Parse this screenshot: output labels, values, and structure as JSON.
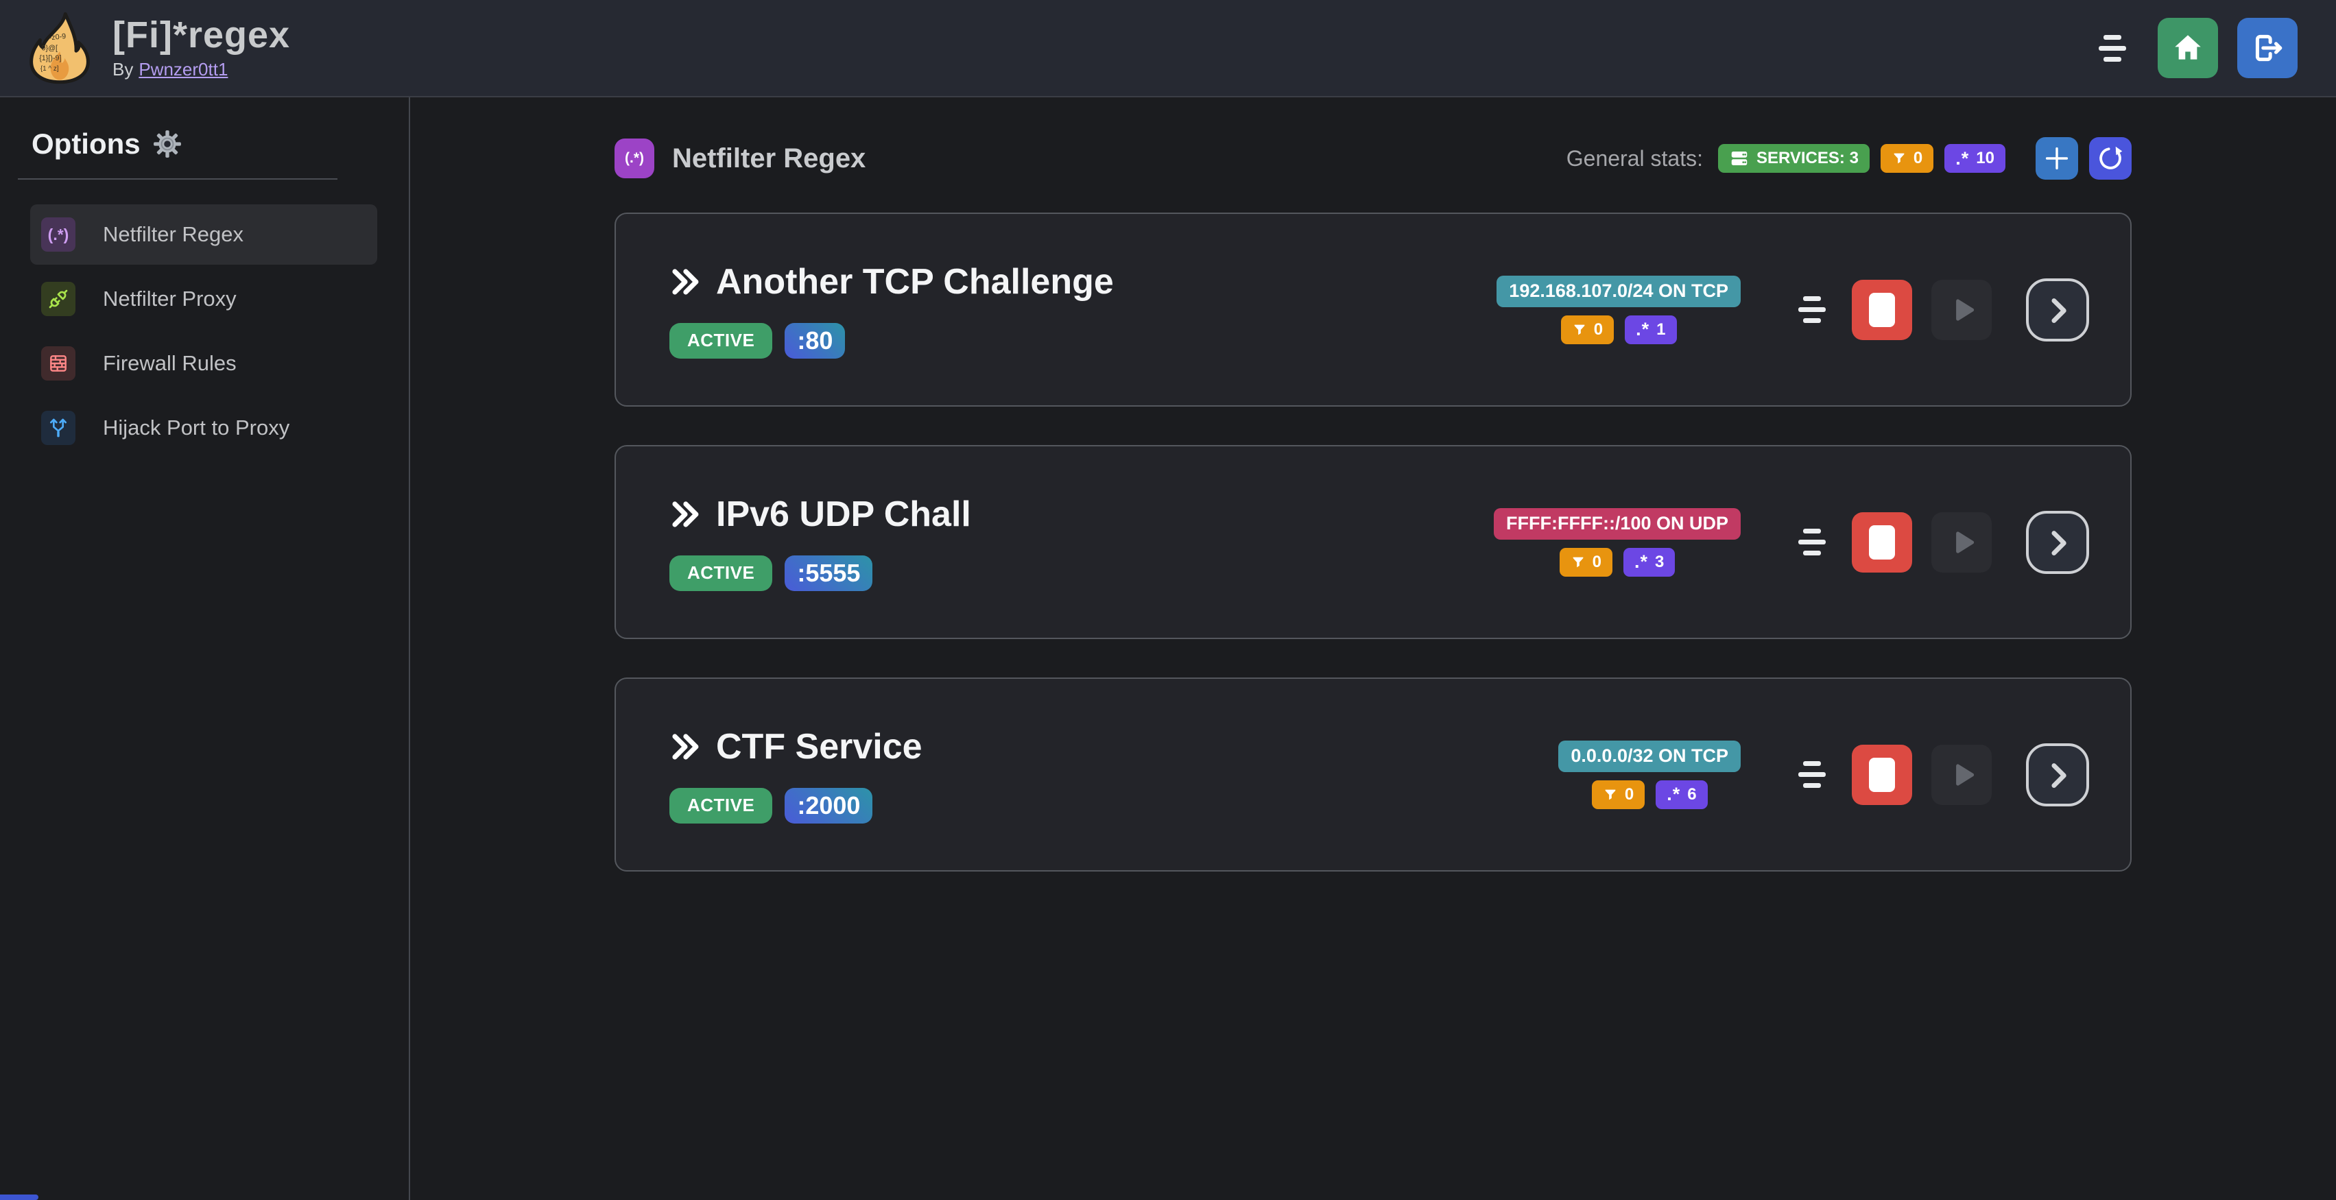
{
  "navbar": {
    "title": "[Fi]*regex",
    "byline_prefix": "By",
    "author": "Pwnzer0tt1",
    "logo_text": [
      "-z0-9",
      "0}@[",
      "{1}[)-9]",
      "{1 ^ z]"
    ]
  },
  "sidebar": {
    "title": "Options",
    "items": [
      {
        "label": "Netfilter Regex",
        "icon_text": "(.*)",
        "active": true
      },
      {
        "label": "Netfilter Proxy",
        "active": false
      },
      {
        "label": "Firewall Rules",
        "active": false
      },
      {
        "label": "Hijack Port to Proxy",
        "active": false
      }
    ]
  },
  "main": {
    "header": {
      "icon_text": "(.*)",
      "title": "Netfilter Regex"
    },
    "stats": {
      "label": "General stats:",
      "services_label": "SERVICES: 3",
      "filtered_count": "0",
      "regex_count": "10"
    },
    "services": [
      {
        "name": "Another TCP Challenge",
        "status": "ACTIVE",
        "port": ":80",
        "address": "192.168.107.0/24 ON TCP",
        "address_variant": "teal",
        "filtered_count": "0",
        "regex_count": "1"
      },
      {
        "name": "IPv6 UDP Chall",
        "status": "ACTIVE",
        "port": ":5555",
        "address": "FFFF:FFFF::/100 ON UDP",
        "address_variant": "pink",
        "filtered_count": "0",
        "regex_count": "3"
      },
      {
        "name": "CTF Service",
        "status": "ACTIVE",
        "port": ":2000",
        "address": "0.0.0.0/32 ON TCP",
        "address_variant": "teal",
        "filtered_count": "0",
        "regex_count": "6"
      }
    ]
  },
  "glyphs": {
    "regex_badge": ".*"
  },
  "colors": {
    "navbar_bg": "#262932",
    "page_bg": "#1b1c1f",
    "card_bg": "#232429",
    "green_active": "#3f9e68",
    "green_services": "#49a04f",
    "green_home": "#3e9667",
    "orange": "#e8940f",
    "violet": "#6c47e4",
    "teal": "#4497a6",
    "pink": "#c13a63",
    "blue_add": "#3877c3",
    "indigo_refresh": "#4a55dc",
    "blue_logout": "#3a72c8",
    "red_stop": "#dc4a42",
    "port_gradient_from": "#4a5bd8",
    "port_gradient_to": "#2d93a8",
    "link": "#b49df0",
    "lime_icon": "#a9e34b",
    "salmon_icon": "#ff8787",
    "blue_icon": "#4dabf7",
    "purple_icon_text": "#cf9ef2",
    "grape_header_icon": "#9c43c6"
  }
}
